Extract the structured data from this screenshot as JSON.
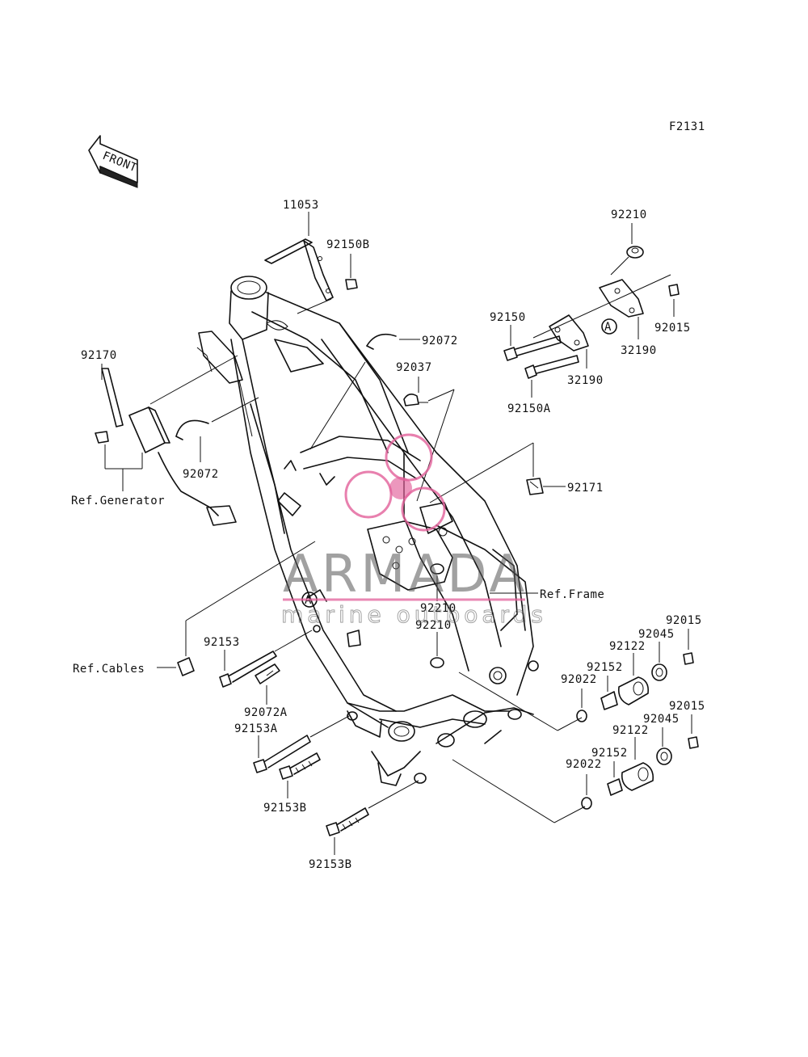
{
  "diagram_code": "F2131",
  "front_arrow_label": "FRONT",
  "marker_a": "A",
  "watermark": {
    "title": "ARMADA",
    "subtitle": "marine outboards",
    "accent_color": "#e2609a"
  },
  "labels": {
    "p11053": "11053",
    "p92150B": "92150B",
    "p92210_top": "92210",
    "p92015_top": "92015",
    "p92150": "92150",
    "p32190_a": "32190",
    "p32190_b": "32190",
    "p92150A": "92150A",
    "p92072_top": "92072",
    "p92037": "92037",
    "p92170": "92170",
    "p92072_left": "92072",
    "ref_generator": "Ref.Generator",
    "p92171": "92171",
    "ref_frame": "Ref.Frame",
    "p92210_mid1": "92210",
    "p92210_mid2": "92210",
    "p92153": "92153",
    "ref_cables": "Ref.Cables",
    "p92072A": "92072A",
    "p92153A": "92153A",
    "p92153B_1": "92153B",
    "p92153B_2": "92153B",
    "p92015_r1": "92015",
    "p92045_r1": "92045",
    "p92122_r1": "92122",
    "p92152_r1": "92152",
    "p92022_r1": "92022",
    "p92015_r2": "92015",
    "p92045_r2": "92045",
    "p92122_r2": "92122",
    "p92152_r2": "92152",
    "p92022_r2": "92022"
  }
}
